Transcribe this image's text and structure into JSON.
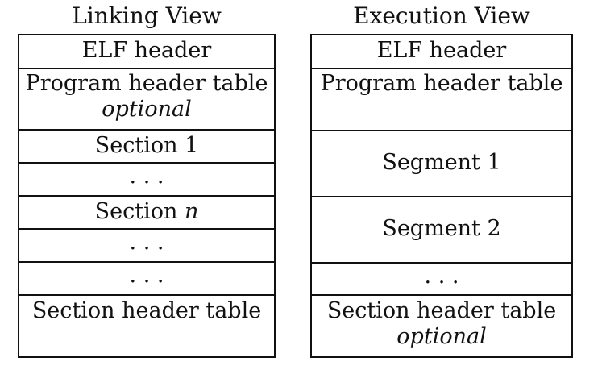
{
  "linking_view": {
    "title": "Linking View",
    "rows": [
      {
        "label": "ELF header"
      },
      {
        "label": "Program header table",
        "note": "optional"
      },
      {
        "label": "Section 1"
      },
      {
        "label": ". . ."
      },
      {
        "label_prefix": "Section ",
        "label_var": "n"
      },
      {
        "label": ". . ."
      },
      {
        "label": ". . ."
      },
      {
        "label": "Section header table"
      }
    ]
  },
  "execution_view": {
    "title": "Execution View",
    "rows": [
      {
        "label": "ELF header"
      },
      {
        "label": "Program header table"
      },
      {
        "label": "Segment 1"
      },
      {
        "label": "Segment 2"
      },
      {
        "label": ". . ."
      },
      {
        "label": "Section header table",
        "note": "optional"
      }
    ]
  }
}
